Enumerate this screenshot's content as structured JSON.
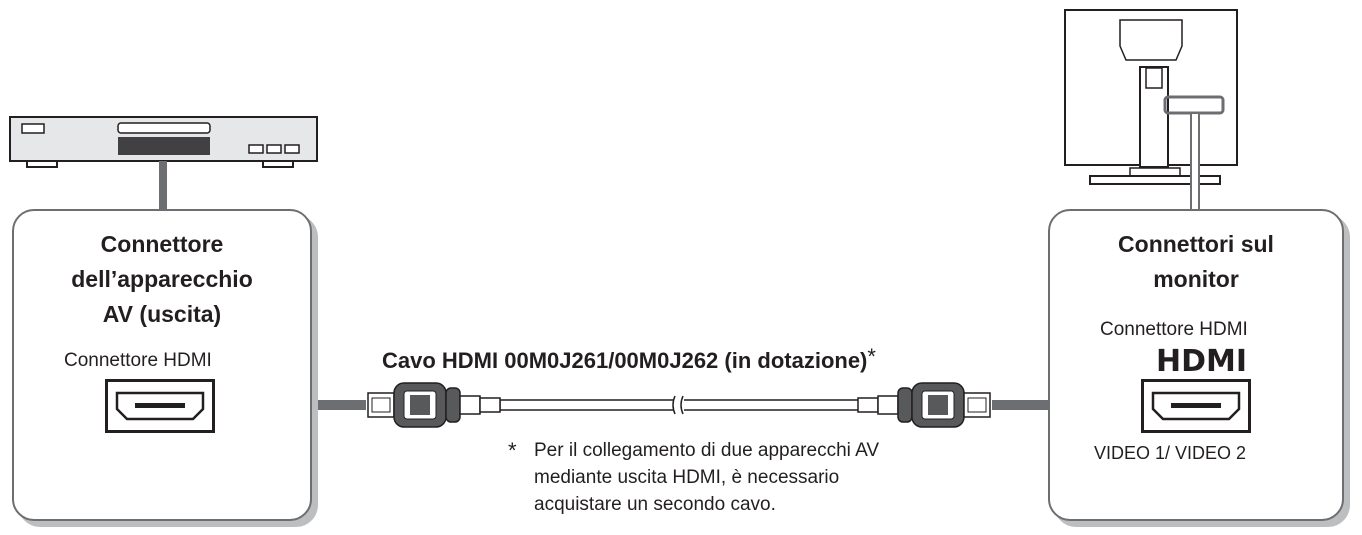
{
  "left_box": {
    "title_lines": [
      "Connettore",
      "dell’apparecchio",
      "AV (uscita)"
    ],
    "connector_label": "Connettore HDMI"
  },
  "right_box": {
    "title_lines": [
      "Connettori sul",
      "monitor"
    ],
    "connector_label": "Connettore HDMI",
    "logo_text": "HDMI",
    "port_label": "VIDEO 1/ VIDEO 2"
  },
  "cable": {
    "title": "Cavo HDMI 00M0J261/00M0J262 (in dotazione)",
    "title_mark": "*"
  },
  "footnote": {
    "mark": "*",
    "lines": [
      "Per il collegamento di due apparecchi AV",
      "mediante uscita HDMI, è necessario",
      "acquistare un secondo cavo."
    ]
  }
}
